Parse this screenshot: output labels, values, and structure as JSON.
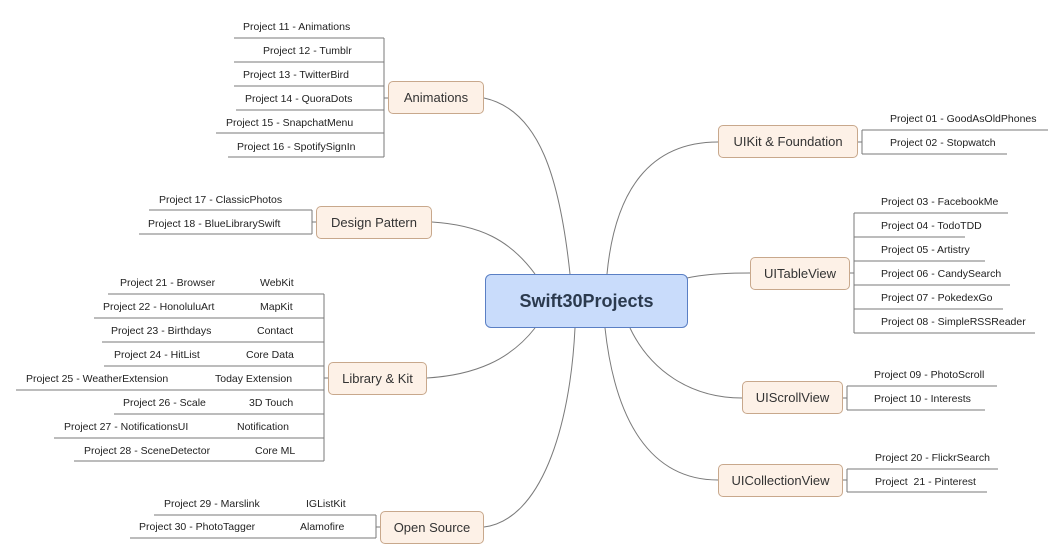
{
  "central": "Swift30Projects",
  "branches": {
    "uikit": {
      "title": "UIKit & Foundation",
      "items": [
        "Project 01 - GoodAsOldPhones",
        "Project 02 - Stopwatch"
      ]
    },
    "uitableview": {
      "title": "UITableView",
      "items": [
        "Project 03 - FacebookMe",
        "Project 04 - TodoTDD",
        "Project 05 - Artistry",
        "Project 06 - CandySearch",
        "Project 07 - PokedexGo",
        "Project 08 - SimpleRSSReader"
      ]
    },
    "uiscrollview": {
      "title": "UIScrollView",
      "items": [
        "Project 09 - PhotoScroll",
        "Project 10 - Interests"
      ]
    },
    "uicollectionview": {
      "title": "UICollectionView",
      "items": [
        "Project 20 - FlickrSearch",
        "Project  21 - Pinterest"
      ]
    },
    "animations": {
      "title": "Animations",
      "items": [
        "Project 11 - Animations",
        "Project 12 - Tumblr",
        "Project 13 - TwitterBird",
        "Project 14 - QuoraDots",
        "Project 15 - SnapchatMenu",
        "Project 16 - SpotifySignIn"
      ]
    },
    "design_pattern": {
      "title": "Design Pattern",
      "items": [
        "Project 17 - ClassicPhotos",
        "Project 18 - BlueLibrarySwift"
      ]
    },
    "library_kit": {
      "title": "Library & Kit",
      "items": [
        {
          "kit": "WebKit",
          "project": "Project 21 - Browser"
        },
        {
          "kit": "MapKit",
          "project": "Project 22 - HonoluluArt"
        },
        {
          "kit": "Contact",
          "project": "Project 23 - Birthdays"
        },
        {
          "kit": "Core Data",
          "project": "Project 24 - HitList"
        },
        {
          "kit": "Today Extension",
          "project": "Project 25 - WeatherExtension"
        },
        {
          "kit": "3D Touch",
          "project": "Project 26 - Scale"
        },
        {
          "kit": "Notification",
          "project": "Project 27 - NotificationsUI"
        },
        {
          "kit": "Core ML",
          "project": "Project 28 - SceneDetector"
        }
      ]
    },
    "open_source": {
      "title": "Open Source",
      "items": [
        {
          "kit": "IGListKit",
          "project": "Project 29 - Marslink"
        },
        {
          "kit": "Alamofire",
          "project": "Project 30 - PhotoTagger"
        }
      ]
    }
  },
  "colors": {
    "central_fill": "#c9dcfb",
    "central_border": "#5a7fc4",
    "topic_fill": "#fdf1e7",
    "topic_border": "#c8a88c",
    "line": "#777777"
  }
}
